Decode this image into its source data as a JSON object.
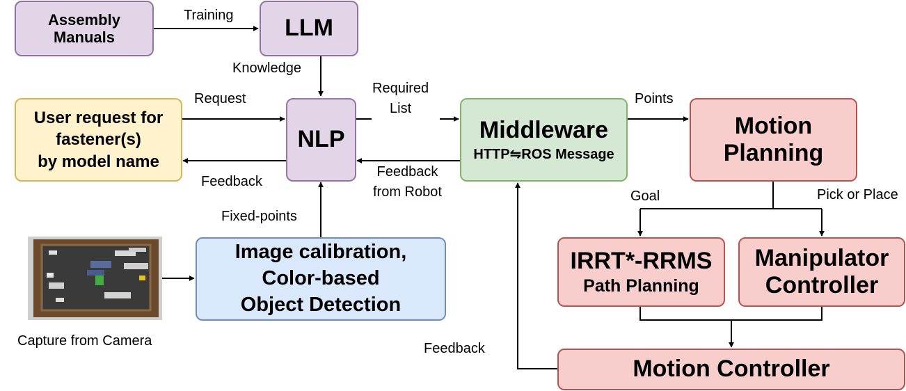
{
  "nodes": {
    "assembly_manuals": "Assembly\nManuals",
    "llm": "LLM",
    "nlp": "NLP",
    "user_request": "User request for\nfastener(s)\nby model name",
    "middleware": "Middleware",
    "middleware_sub": "HTTP⇋ROS Message",
    "motion_planning": "Motion\nPlanning",
    "image_calibration": "Image calibration,\nColor-based\nObject Detection",
    "irrt": "IRRT*-RRMS",
    "irrt_sub": "Path Planning",
    "manipulator": "Manipulator\nController",
    "motion_controller": "Motion Controller"
  },
  "edge_labels": {
    "training": "Training",
    "knowledge": "Knowledge",
    "request": "Request",
    "feedback_user": "Feedback",
    "required_list": "Required\nList",
    "feedback_robot": "Feedback\nfrom Robot",
    "points": "Points",
    "fixed_points": "Fixed-points",
    "goal": "Goal",
    "pick_or_place": "Pick or Place",
    "feedback_motion": "Feedback"
  },
  "camera_caption": "Capture from Camera",
  "colors": {
    "purple_fill": "#e1d5e7",
    "purple_stroke": "#9673a6",
    "yellow_fill": "#fff2cc",
    "yellow_stroke": "#d6b656",
    "green_fill": "#d5e8d4",
    "green_stroke": "#82b366",
    "red_fill": "#f8cecc",
    "red_stroke": "#b85450",
    "blue_fill": "#dae8fc",
    "blue_stroke": "#6c8ebf"
  }
}
